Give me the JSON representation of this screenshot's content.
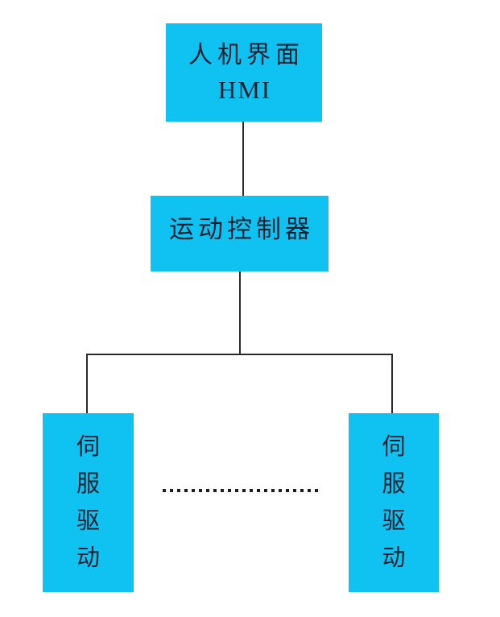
{
  "diagram": {
    "colors": {
      "node_fill": "#10c2f2",
      "node_text": "#11202e",
      "connector": "#2b2b2b",
      "background": "#ffffff"
    },
    "nodes": {
      "hmi": {
        "label_zh": "人机界面",
        "label_en": "HMI"
      },
      "controller": {
        "label": "运动控制器"
      },
      "servo_left": {
        "chars": [
          "伺",
          "服",
          "驱",
          "动"
        ]
      },
      "servo_right": {
        "chars": [
          "伺",
          "服",
          "驱",
          "动"
        ]
      }
    },
    "ellipsis": "........................"
  }
}
